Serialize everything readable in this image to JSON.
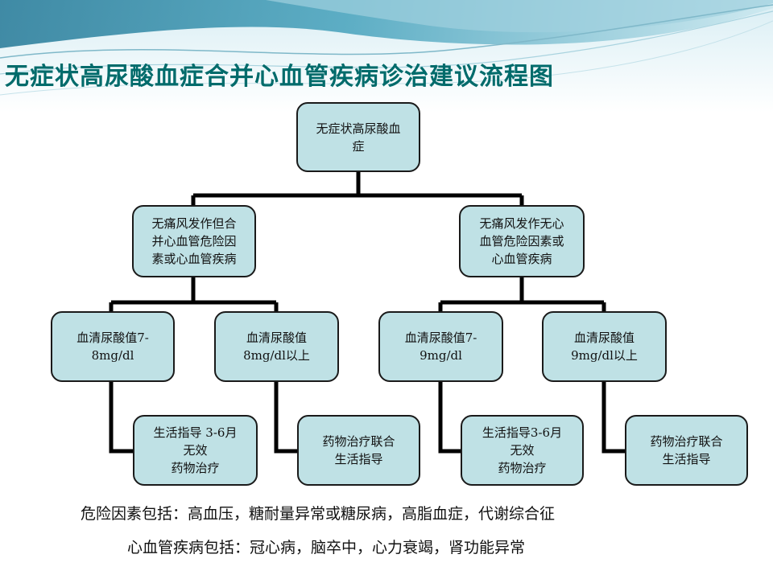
{
  "title": "无症状高尿酸血症合并心血管疾病诊治建议流程图",
  "nodes": {
    "root": "无症状高尿酸血\n症",
    "left_branch": "无痛风发作但合\n并心血管危险因\n素或心血管疾病",
    "right_branch": "无痛风发作无心\n血管危险因素或\n心血管疾病",
    "l1": "血清尿酸值7-\n8mg/dl",
    "l2": "血清尿酸值\n8mg/dl以上",
    "r1": "血清尿酸值7-\n9mg/dl",
    "r2": "血清尿酸值\n9mg/dl以上",
    "l1_action": "生活指导 3-6月\n无效\n药物治疗",
    "l2_action": "药物治疗联合\n生活指导",
    "r1_action": "生活指导3-6月\n无效\n药物治疗",
    "r2_action": "药物治疗联合\n生活指导"
  },
  "notes": {
    "risk_factors": "危险因素包括：高血压，糖耐量异常或糖尿病，高脂血症，代谢综合征",
    "cvd": "心血管疾病包括：冠心病，脑卒中，心力衰竭，肾功能异常"
  },
  "colors": {
    "node_fill": "#bfe1e5",
    "title": "#006b6b",
    "connector": "#000000"
  }
}
